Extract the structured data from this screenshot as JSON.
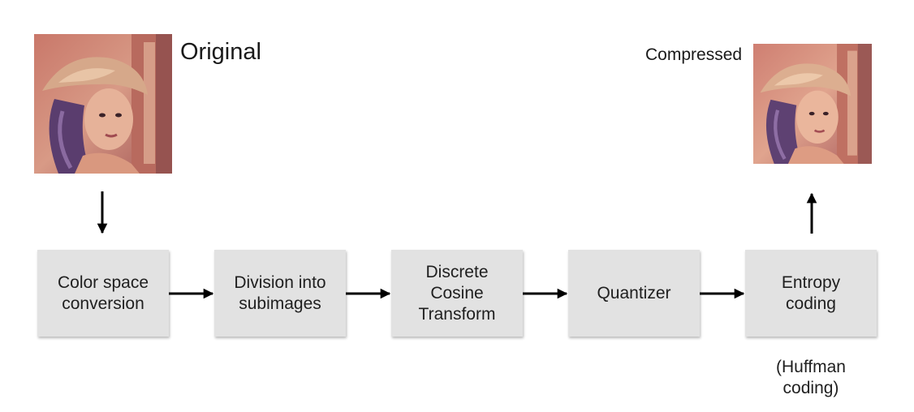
{
  "images": {
    "original": {
      "label": "Original"
    },
    "compressed": {
      "label": "Compressed"
    }
  },
  "steps": [
    {
      "label": "Color space\nconversion"
    },
    {
      "label": "Division into\nsubimages"
    },
    {
      "label": "Discrete\nCosine\nTransform"
    },
    {
      "label": "Quantizer"
    },
    {
      "label": "Entropy\ncoding"
    }
  ],
  "note": {
    "label": "(Huffman\ncoding)"
  },
  "colors": {
    "box_fill": "#e2e2e2",
    "arrow": "#000000",
    "text": "#1f1f1f"
  }
}
